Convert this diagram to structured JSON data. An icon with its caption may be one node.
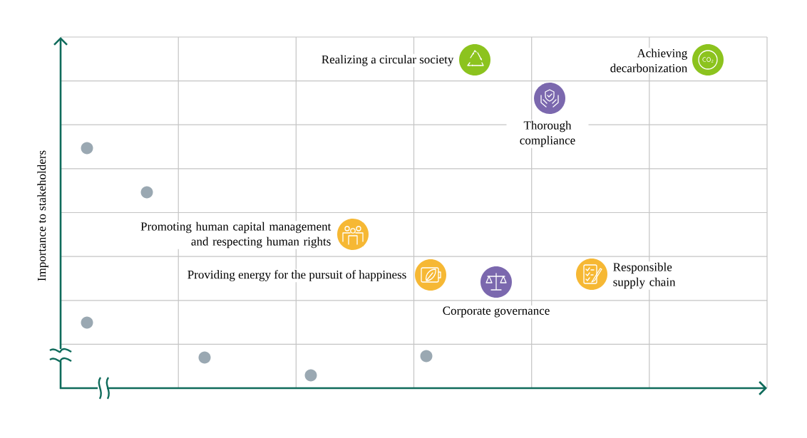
{
  "diagram": {
    "labels": [
      "Realizing a circular society",
      "Achieving decarbonization",
      "Thorough compliance",
      "Promoting human capital management and respecting human rights",
      "Providing energy for the pursuit of happiness",
      "Responsible supply chain",
      "Corporate governance",
      "Importance to stakeholders",
      "CO$_{2}$"
    ]
  }
}
